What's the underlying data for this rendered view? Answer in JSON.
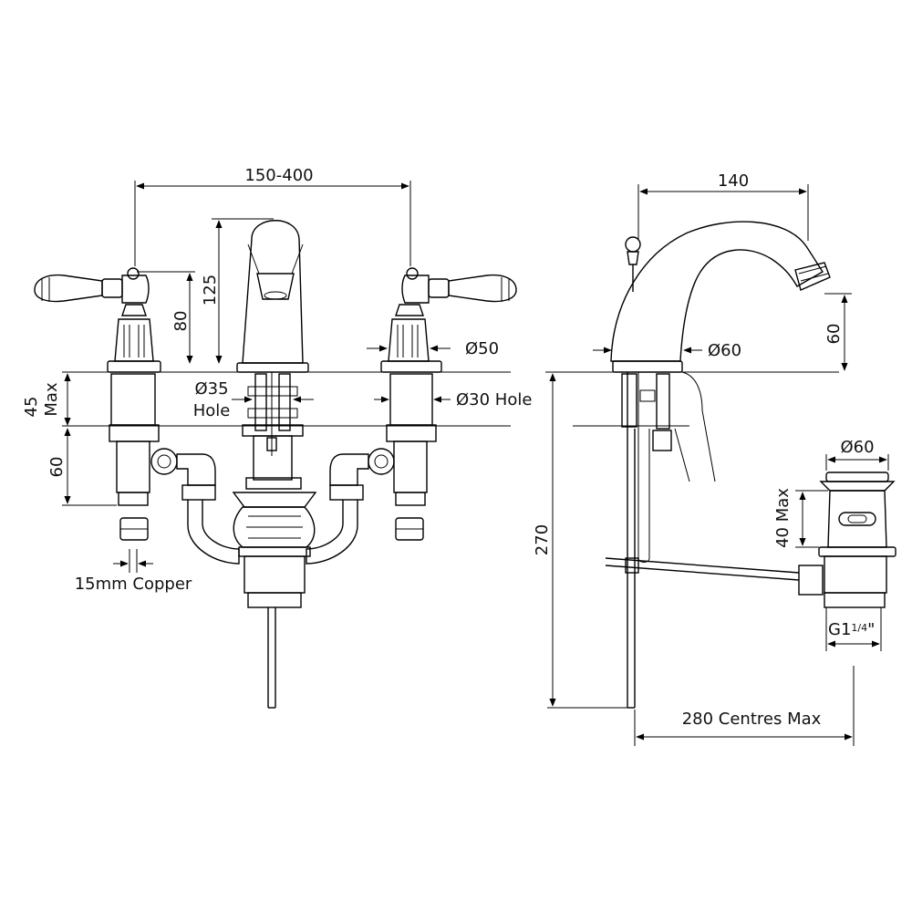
{
  "front": {
    "width_range": "150-400",
    "spout_height": "125",
    "handle_height": "80",
    "deck_max_1": "45",
    "deck_max_2": "Max",
    "tail_length": "60",
    "spout_hole_1": "Ø35",
    "spout_hole_2": "Hole",
    "body_dia": "Ø50",
    "tap_hole": "Ø30 Hole",
    "copper": "15mm Copper"
  },
  "side": {
    "reach": "140",
    "spout_rise": "60",
    "base_dia": "Ø60",
    "waste_dia": "Ø60",
    "waste_max": "40 Max",
    "below_deck": "270",
    "centres": "280 Centres Max",
    "thread_main": "G1",
    "thread_frac": "1/4",
    "thread_quote": "\""
  }
}
